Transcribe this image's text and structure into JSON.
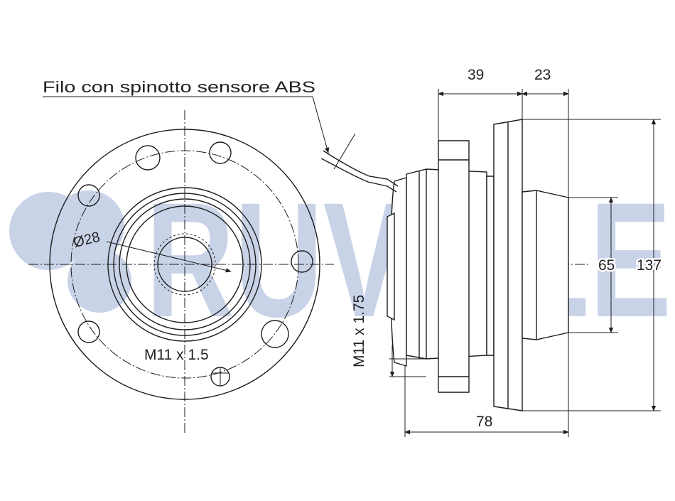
{
  "watermark": {
    "text": "RUVILLE",
    "color": "#c9d3e8"
  },
  "annotations": {
    "abs_label": "Filo con spinotto sensore ABS",
    "bore_diameter": "Ø28",
    "thread_front": "M11 x 1.5",
    "thread_side": "M11 x 1.75"
  },
  "dimensions": {
    "top_left": "39",
    "top_right": "23",
    "bottom": "78",
    "spigot_diameter": "65",
    "flange_diameter": "137"
  },
  "colors": {
    "line": "#1c1c1c",
    "background": "#ffffff"
  }
}
